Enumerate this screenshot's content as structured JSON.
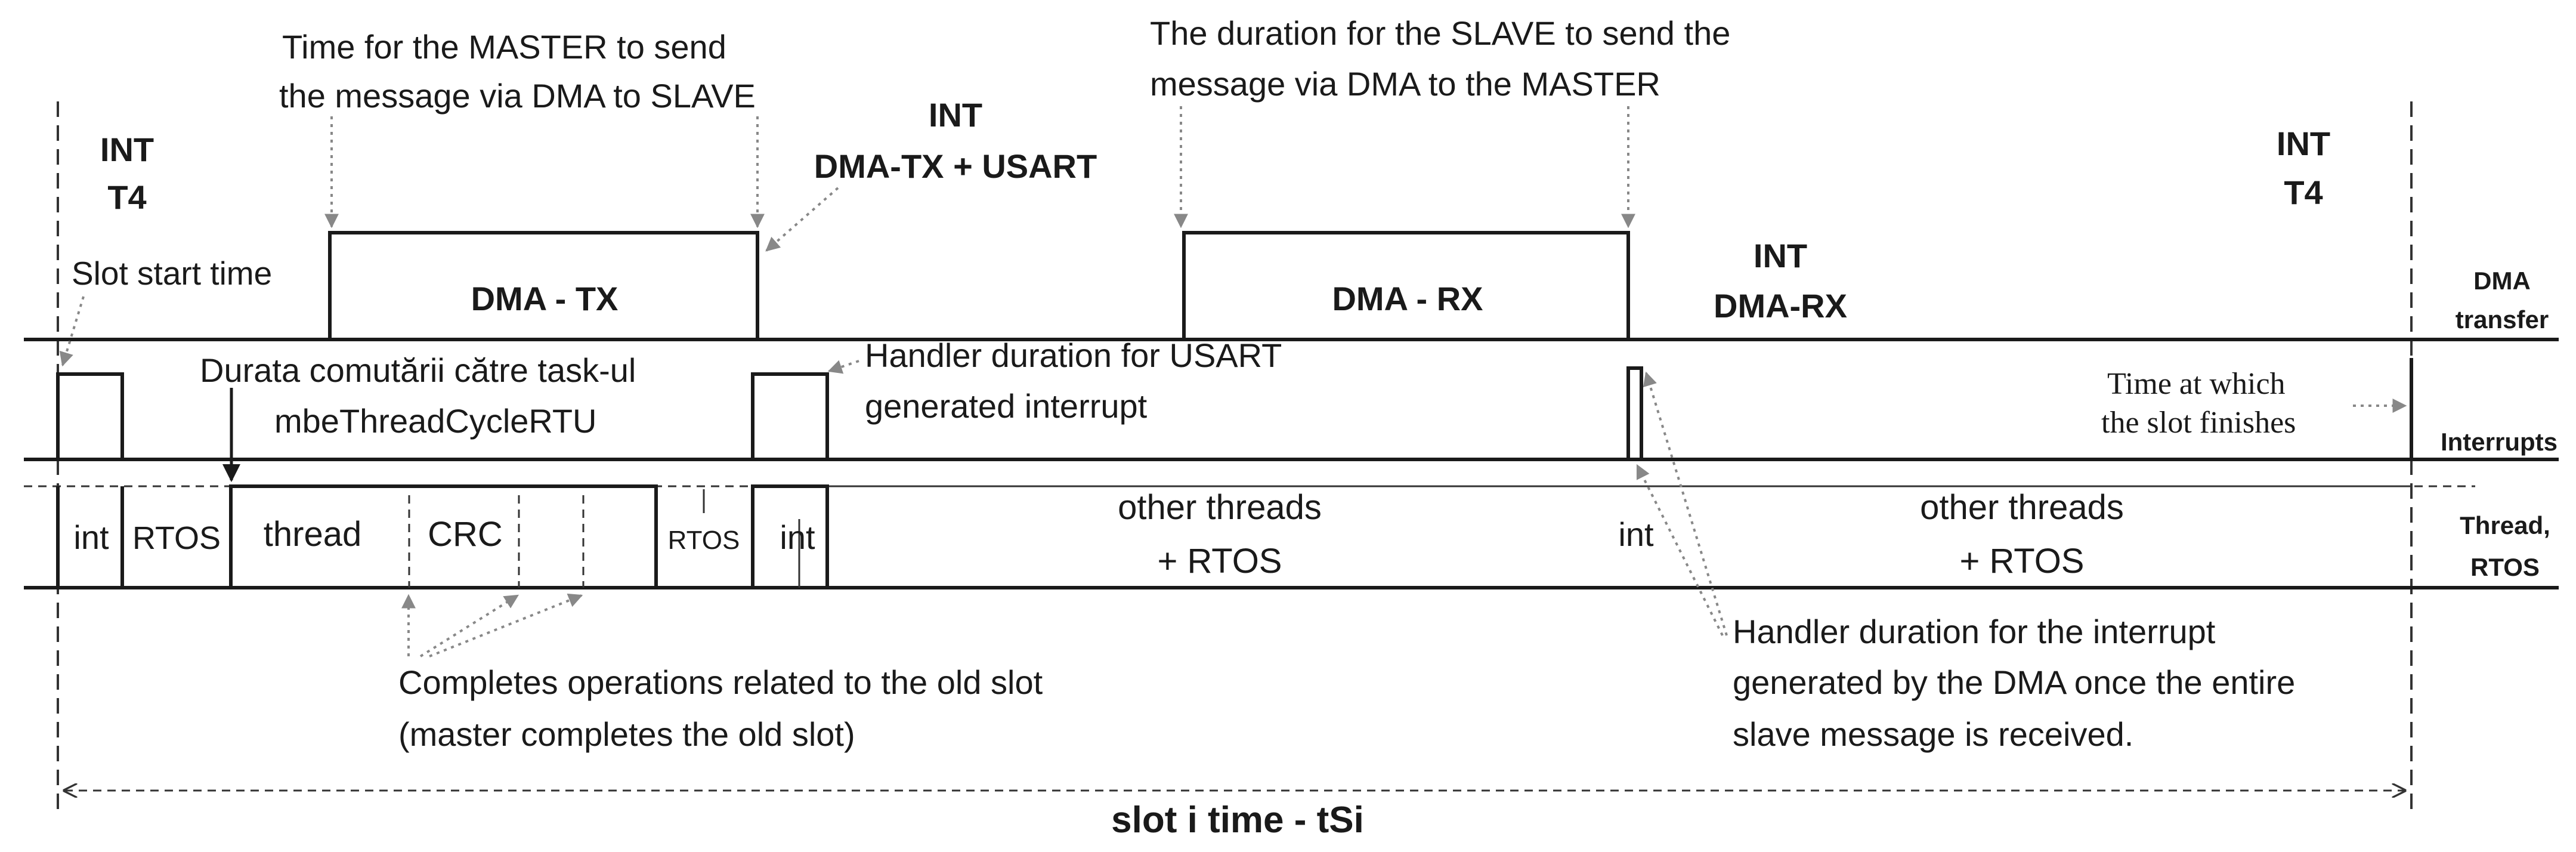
{
  "labels": {
    "int_t4_left_1": "INT",
    "int_t4_left_2": "T4",
    "int_t4_right_1": "INT",
    "int_t4_right_2": "T4",
    "slot_start": "Slot start time",
    "master_send_1": "Time for the MASTER to send",
    "master_send_2": "the message via DMA to SLAVE",
    "int_dma_tx_1": "INT",
    "int_dma_tx_2": "DMA-TX + USART",
    "slave_send_1": "The duration for the SLAVE to send the",
    "slave_send_2": "message via DMA to the MASTER",
    "int_dma_rx_1": "INT",
    "int_dma_rx_2": "DMA-RX",
    "dma_tx": "DMA - TX",
    "dma_rx": "DMA - RX",
    "durata_1": "Durata comutării către task-ul",
    "durata_2": "mbeThreadCycleRTU",
    "handler_usart_1": "Handler duration for USART",
    "handler_usart_2": "generated interrupt",
    "slot_finish_1": "Time at which",
    "slot_finish_2": "the slot finishes",
    "int_a": "int",
    "rtos_a": "RTOS",
    "thread": "thread",
    "crc": "CRC",
    "rtos_b": "RTOS",
    "int_b": "int",
    "other_threads_1a": "other threads",
    "other_threads_1b": "+ RTOS",
    "int_c": "int",
    "other_threads_2a": "other threads",
    "other_threads_2b": "+ RTOS",
    "completes_1": "Completes operations related to the old slot",
    "completes_2": "(master completes the old slot)",
    "handler_dma_1": "Handler duration for the interrupt",
    "handler_dma_2": "generated by the DMA once the entire",
    "handler_dma_3": "slave message is received.",
    "row_dma_1": "DMA",
    "row_dma_2": "transfer",
    "row_int": "Interrupts",
    "row_thread_1": "Thread,",
    "row_thread_2": "RTOS",
    "slot_time": "slot i time -  tSi"
  }
}
